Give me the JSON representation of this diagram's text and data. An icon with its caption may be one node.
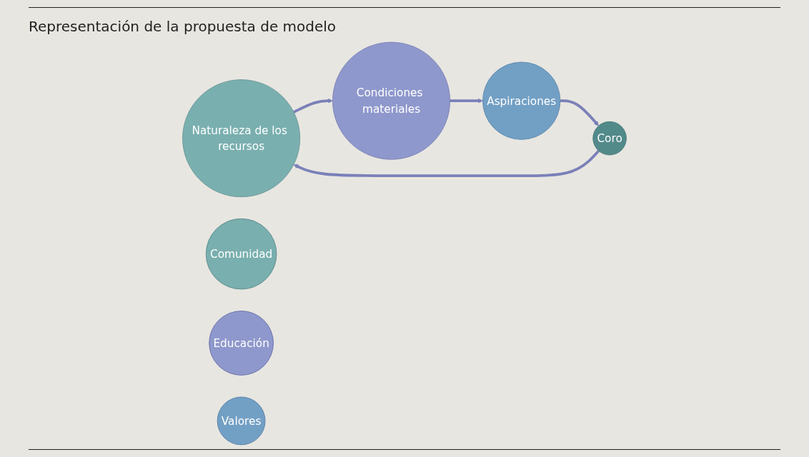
{
  "diagram": {
    "title": "Representación de la propuesta de modelo",
    "nodes": [
      {
        "text": [
          "Naturaleza de los recursos"
        ]
      },
      {
        "text": [
          "Comunidad"
        ]
      },
      {
        "text": [
          "Condiciones materiales"
        ]
      },
      {
        "text": [
          "Educación"
        ]
      },
      {
        "text": [
          "Aspiraciones"
        ]
      },
      {
        "text": [
          "Valores"
        ]
      },
      {
        "text": [
          "Coro"
        ]
      }
    ],
    "edges": [
      {
        "from": 0,
        "to": 2,
        "arrow": "to"
      },
      {
        "from": 2,
        "to": 4,
        "arrow": "to"
      },
      {
        "from": 4,
        "to": 6,
        "arrow": "to"
      },
      {
        "from": 6,
        "to": 0,
        "arrow": "to"
      }
    ]
  }
}
